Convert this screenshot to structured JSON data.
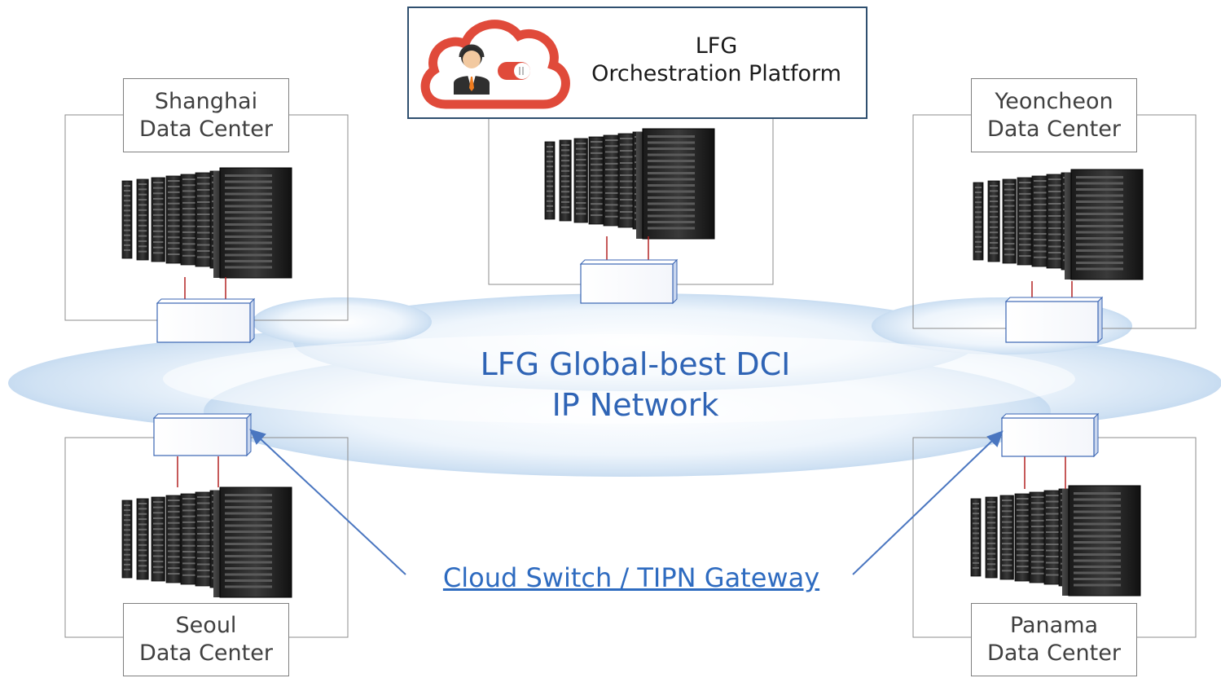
{
  "platform": {
    "title_line1": "LFG",
    "title_line2": "Orchestration Platform"
  },
  "network": {
    "title_line1": "LFG Global-best DCI",
    "title_line2": "IP Network"
  },
  "gateway_label": "Cloud Switch / TIPN Gateway",
  "data_centers": {
    "shanghai": {
      "line1": "Shanghai",
      "line2": "Data Center"
    },
    "yeoncheon": {
      "line1": "Yeoncheon",
      "line2": "Data Center"
    },
    "seoul": {
      "line1": "Seoul",
      "line2": "Data Center"
    },
    "panama": {
      "line1": "Panama",
      "line2": "Data Center"
    }
  },
  "colors": {
    "cloud": "#b9d3ec",
    "network_text": "#2f64b5",
    "arrow": "#4a76c0",
    "link": "#b22222",
    "platform_logo": "#e04a3a"
  }
}
